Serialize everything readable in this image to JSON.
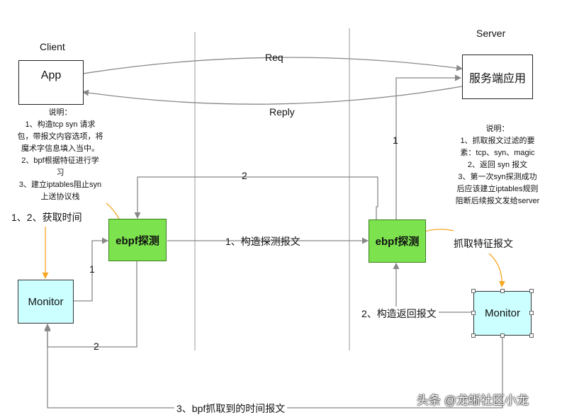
{
  "client": {
    "title": "Client",
    "app": "App",
    "ebpf": "ebpf探测",
    "monitor": "Monitor"
  },
  "server": {
    "title": "Server",
    "app": "服务端应用",
    "ebpf": "ebpf探测",
    "monitor": "Monitor"
  },
  "arrows": {
    "req": "Req",
    "reply": "Reply",
    "probe": "1、构造探测报文",
    "server_up": "1",
    "server_return": "2",
    "client_monitor_up": "1",
    "client_bottom": "2",
    "bottom": "3、bpf抓取到的时间报文",
    "return_build": "2、构造返回报文",
    "get_time": "1、2、获取时间",
    "capture": "抓取特征报文"
  },
  "client_note": [
    "说明：",
    "1、构造tcp syn 请求",
    "包，带报文内容选项，将",
    "魔术字信息填入当中。",
    "2、bpf根据特征进行学",
    "习",
    "3、建立iptables阻止syn",
    "上送协议栈"
  ],
  "server_note": [
    "说明：",
    "1、抓取报文过滤的要",
    "素：tcp、syn、magic",
    "2、返回 syn 报文",
    "3、第一次syn探测成功",
    "后应该建立iptables规则",
    "阻断后续报文发给server"
  ],
  "watermark": "头条 @龙蜥社区小龙",
  "colors": {
    "green": "#7ce34e",
    "cyan": "#ccffff",
    "line": "#888888",
    "orange": "#f5a623"
  }
}
